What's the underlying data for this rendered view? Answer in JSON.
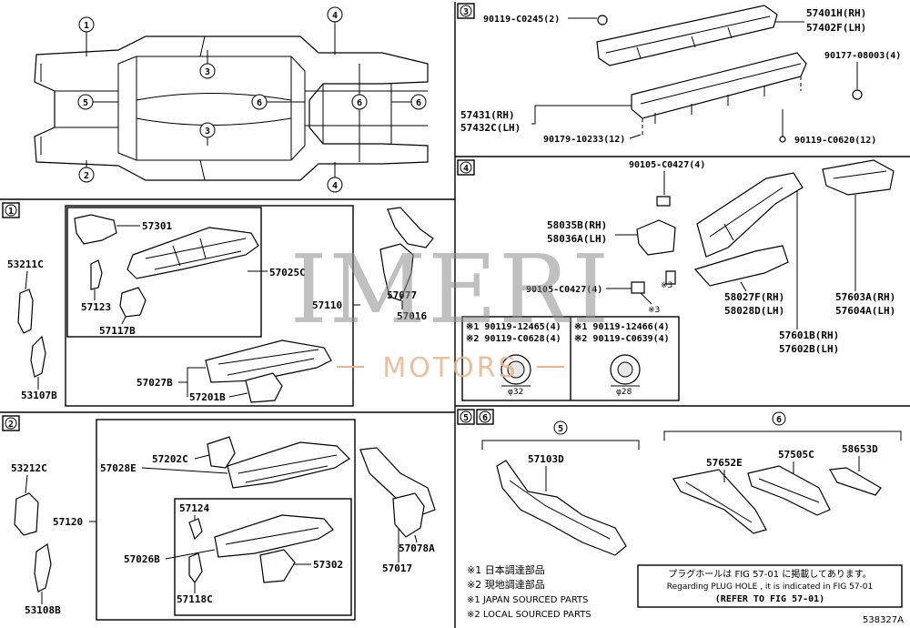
{
  "sections": {
    "overview": {
      "callouts": [
        "1",
        "2",
        "3",
        "3",
        "4",
        "4",
        "5",
        "6",
        "6",
        "6"
      ]
    },
    "s1": {
      "tag": "1",
      "labels": {
        "p53211C": "53211C",
        "p53107B": "53107B",
        "p57301": "57301",
        "p57025C": "57025C",
        "p57110": "57110",
        "p57123": "57123",
        "p57117B": "57117B",
        "p57027B": "57027B",
        "p57201B": "57201B",
        "p57077": "57077",
        "p57016": "57016"
      }
    },
    "s2": {
      "tag": "2",
      "labels": {
        "p53212C": "53212C",
        "p53108B": "53108B",
        "p57120": "57120",
        "p57028E": "57028E",
        "p57202C": "57202C",
        "p57124": "57124",
        "p57026B": "57026B",
        "p57118C": "57118C",
        "p57302": "57302",
        "p57017": "57017",
        "p57078A": "57078A"
      }
    },
    "s3": {
      "tag": "3",
      "labels": {
        "bolt1": "90119-C0245(2)",
        "rail_rh": "57401H(RH)",
        "rail_lh": "57402F(LH)",
        "nut": "90177-08003(4)",
        "sub_rh": "57431(RH)",
        "sub_lh": "57432C(LH)",
        "bolt2": "90179-10233(12)",
        "bolt3": "90119-C0620(12)"
      }
    },
    "s4": {
      "tag": "4",
      "labels": {
        "bolt_top": "90105-C0427(4)",
        "br_rh": "58035B(RH)",
        "br_lh": "58036A(LH)",
        "bolt_mid": "90105-C0427(4)",
        "mark1": "※3",
        "mark2": "※3",
        "m_rh": "58027F(RH)",
        "m_lh": "58028D(LH)",
        "r_rh": "57603A(RH)",
        "r_lh": "57604A(LH)",
        "b_rh": "57601B(RH)",
        "b_lh": "57602B(LH)"
      },
      "table": {
        "left": {
          "row1": "※1 90119-12465(4)",
          "row2": "※2 90119-C0628(4)",
          "dim": "φ32"
        },
        "right": {
          "row1": "※1 90119-12466(4)",
          "row2": "※2 90119-C0639(4)",
          "dim": "φ28"
        }
      }
    },
    "s56": {
      "tag5": "5",
      "tag6": "6",
      "head5": "5",
      "head6": "6",
      "labels": {
        "p57103D": "57103D",
        "p57652E": "57652E",
        "p57505C": "57505C",
        "p58653D": "58653D"
      }
    }
  },
  "notes": {
    "jp1": "※1 日本調達部品",
    "jp2": "※2 現地調達部品",
    "en1": "※1 JAPAN SOURCED PARTS",
    "en2": "※2 LOCAL SOURCED PARTS"
  },
  "plug_note": {
    "jp": "プラグホールは FIG 57-01 に掲載してあります。",
    "en": "Regarding PLUG HOLE , it is indicated in FIG 57-01",
    "ref": "(REFER TO FIG 57-01)"
  },
  "figure_code": "538327A",
  "watermark": {
    "main": "IMERI",
    "sub": "MOTORS"
  }
}
